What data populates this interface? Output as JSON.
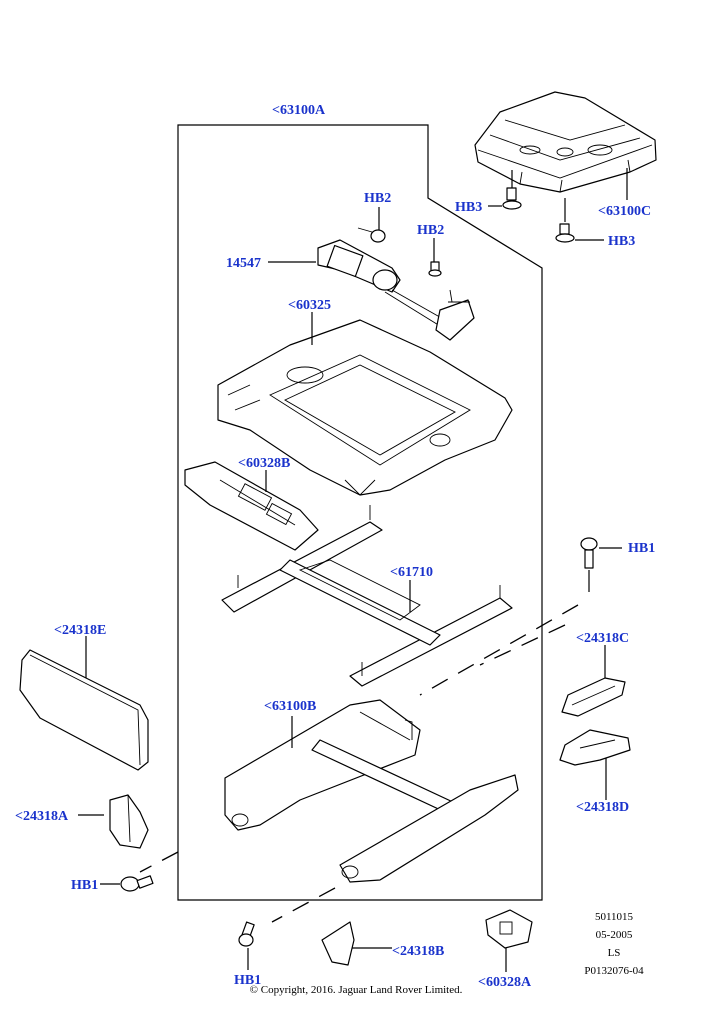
{
  "callouts": {
    "c63100a": "<63100A",
    "c63100c": "<63100C",
    "hb2_a": "HB2",
    "hb2_b": "HB2",
    "hb3_left": "HB3",
    "hb3_right": "HB3",
    "c14547": "14547",
    "c60325": "<60325",
    "c60328b": "<60328B",
    "hb1_right": "HB1",
    "c61710": "<61710",
    "c24318e": "<24318E",
    "c24318c": "<24318C",
    "c63100b": "<63100B",
    "c24318d": "<24318D",
    "c24318a": "<24318A",
    "hb1_left": "HB1",
    "hb1_bottom": "HB1",
    "c24318b": "<24318B",
    "c60328a": "<60328A"
  },
  "reference": {
    "line1": "5011015",
    "line2": "05-2005",
    "line3": "LS",
    "line4": "P0132076-04"
  },
  "copyright": "© Copyright, 2016. Jaguar Land Rover Limited."
}
